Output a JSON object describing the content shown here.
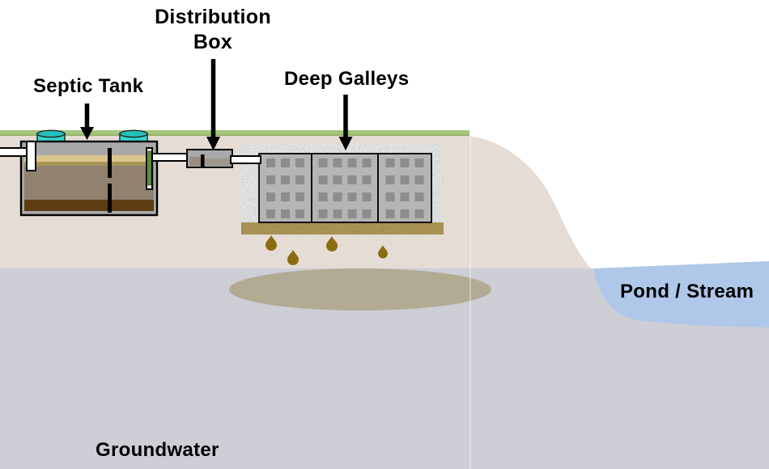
{
  "diagram": {
    "title_labels": {
      "septic_tank": "Septic Tank",
      "distribution_box_line1": "Distribution",
      "distribution_box_line2": "Box",
      "deep_galleys": "Deep Galleys",
      "pond_stream": "Pond / Stream",
      "groundwater": "Groundwater"
    },
    "colors": {
      "grass": "#a4c67d",
      "grass_dark": "#8fb069",
      "soil": "#e4dcd5",
      "groundwater": "#cdced6",
      "pond": "#afc7e8",
      "plume": "#b2aa92",
      "effluent_droplet": "#8b6d10",
      "sand_bed": "#a3873c",
      "gravel_base": "#ededed",
      "tank_gray": "#a9a9a9",
      "gallery_gray": "#b5b5b5",
      "gallery_hole": "#8d8d8d",
      "riser_cyan": "#35d6cf",
      "riser_cyan_dark": "#24c0ba",
      "scum_tan": "#d9c58a",
      "scum_tan_dark": "#a99557",
      "liquid_brown": "#90826f",
      "sludge_brown": "#5e3d11",
      "filter_green": "#5e9130",
      "dbox_floor": "#9a8c7e",
      "label_text": "#000000"
    }
  }
}
